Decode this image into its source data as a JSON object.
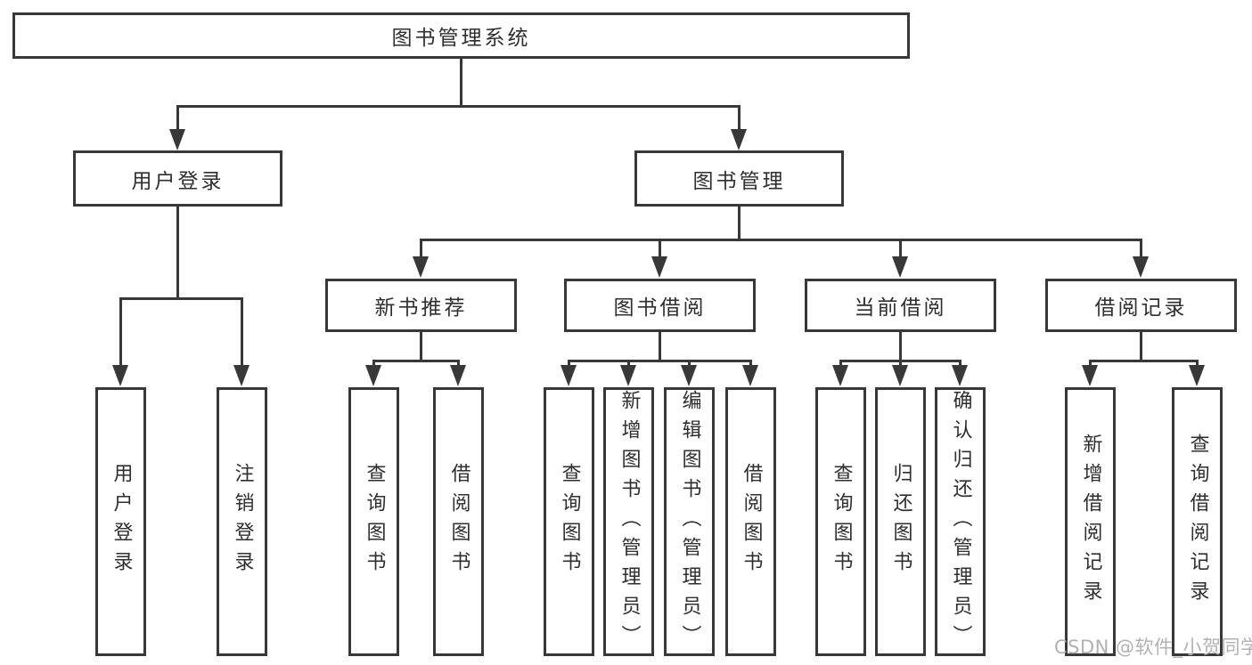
{
  "tree": {
    "root": {
      "label": "图书管理系统"
    },
    "user": {
      "label": "用户登录",
      "leaves": [
        {
          "label": "用户登录"
        },
        {
          "label": "注销登录"
        }
      ]
    },
    "mgmt": {
      "label": "图书管理",
      "groups": [
        {
          "label": "新书推荐",
          "leaves": [
            {
              "label": "查询图书"
            },
            {
              "label": "借阅图书"
            }
          ]
        },
        {
          "label": "图书借阅",
          "leaves": [
            {
              "label": "查询图书"
            },
            {
              "label": "新增图书（管理员）"
            },
            {
              "label": "编辑图书（管理员）"
            },
            {
              "label": "借阅图书"
            }
          ]
        },
        {
          "label": "当前借阅",
          "leaves": [
            {
              "label": "查询图书"
            },
            {
              "label": "归还图书"
            },
            {
              "label": "确认归还（管理员）"
            }
          ]
        },
        {
          "label": "借阅记录",
          "leaves": [
            {
              "label": "新增借阅记录"
            },
            {
              "label": "查询借阅记录"
            }
          ]
        }
      ]
    }
  },
  "watermark": {
    "text": "CSDN @软件_小贺同学"
  },
  "colors": {
    "line": "#383838",
    "text": "#2f2f2f",
    "watermark": "#b2b2b2",
    "background": "#ffffff"
  }
}
